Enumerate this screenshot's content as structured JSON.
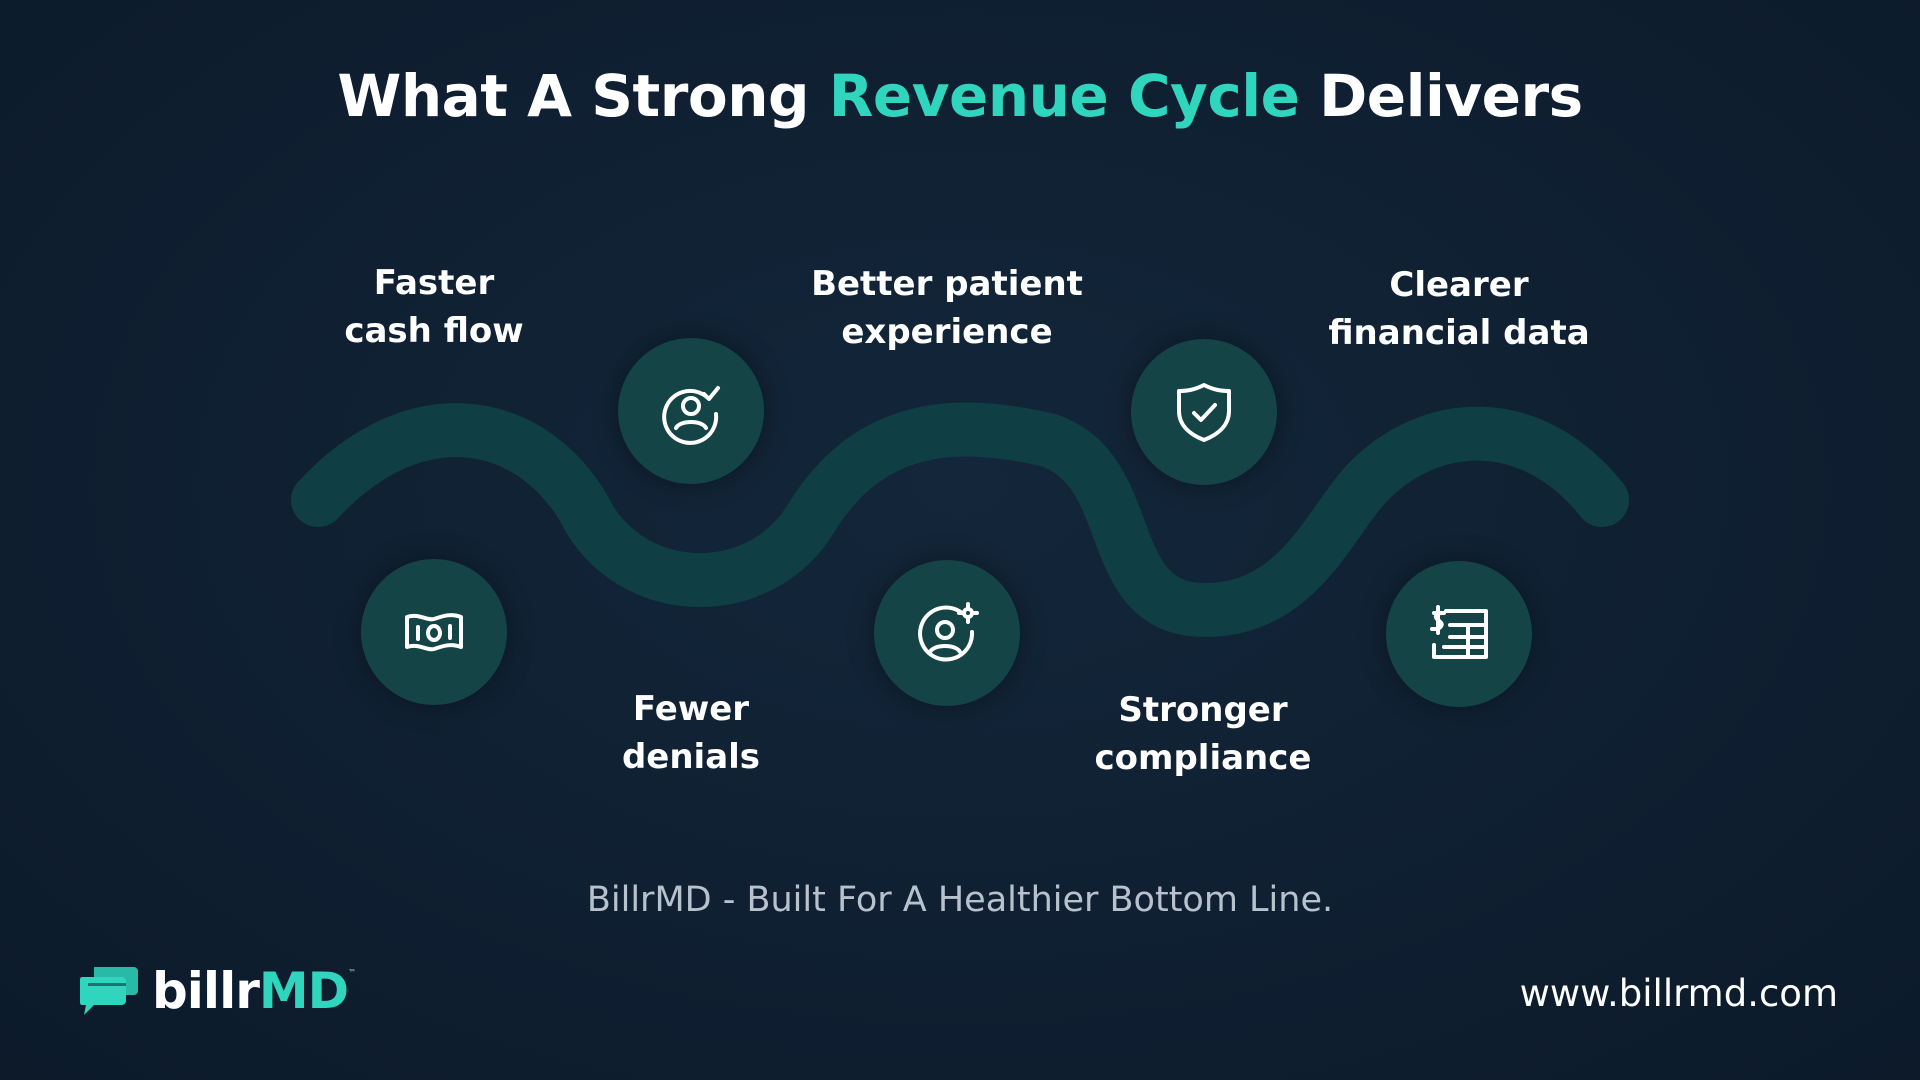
{
  "title": {
    "part1": "What A Strong ",
    "accent": "Revenue Cycle",
    "part2": " Delivers"
  },
  "benefits": [
    {
      "line1": "Faster",
      "line2": "cash flow",
      "icon": "money-bill-icon"
    },
    {
      "line1": "Fewer",
      "line2": "denials",
      "icon": "user-check-icon"
    },
    {
      "line1": "Better patient",
      "line2": "experience",
      "icon": "user-gear-icon"
    },
    {
      "line1": "Stronger",
      "line2": "compliance",
      "icon": "shield-check-icon"
    },
    {
      "line1": "Clearer",
      "line2": "financial data",
      "icon": "financial-report-icon"
    }
  ],
  "tagline": "BillrMD - Built For A Healthier Bottom Line.",
  "logo": {
    "part1": "billr",
    "part2": "MD",
    "tm": "™"
  },
  "url": "www.billrmd.com",
  "colors": {
    "background": "#0f2033",
    "accent": "#2fd6bd",
    "node": "#154447",
    "wave": "#0f3e45"
  }
}
